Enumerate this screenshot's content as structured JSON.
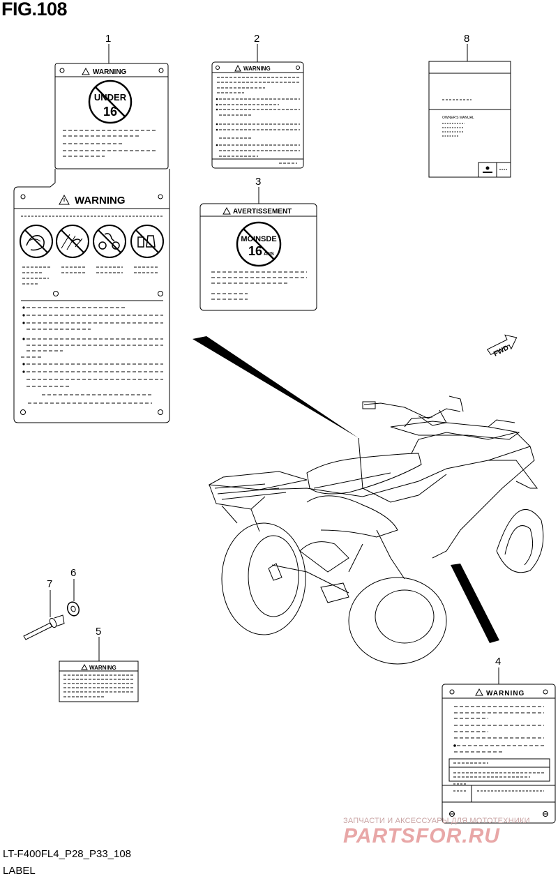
{
  "figure": {
    "title": "FIG.108",
    "code": "LT-F400FL4_P28_P33_108",
    "caption": "LABEL"
  },
  "callouts": [
    "1",
    "2",
    "3",
    "4",
    "5",
    "6",
    "7",
    "8"
  ],
  "labels": {
    "label1_top": {
      "header": "WARNING",
      "circle_line1": "UNDER",
      "circle_line2": "16"
    },
    "label1_bottom": {
      "header": "WARNING"
    },
    "label2": {
      "header": "WARNING"
    },
    "label3": {
      "header": "AVERTISSEMENT",
      "circle_line1": "MOINSDE",
      "circle_line2": "16",
      "circle_suffix": "ANS"
    },
    "label4": {
      "header": "WARNING"
    },
    "label5": {
      "header": "WARNING"
    },
    "label8": {
      "manual_title": "OWNER'S MANUAL"
    }
  },
  "fwd_arrow": "FWD",
  "watermark": {
    "tagline": "ЗАПЧАСТИ И АКСЕССУАРЫ ДЛЯ МОТОТЕХНИКИ",
    "logo": "PARTSFOR.RU"
  }
}
